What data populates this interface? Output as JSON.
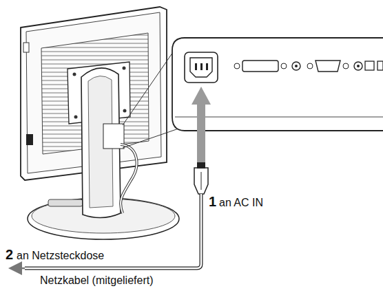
{
  "diagram": {
    "labels": [
      "1",
      "an AC IN",
      "2",
      "an Netzsteckdose",
      "Netzkabel (mitgeliefert)"
    ]
  }
}
